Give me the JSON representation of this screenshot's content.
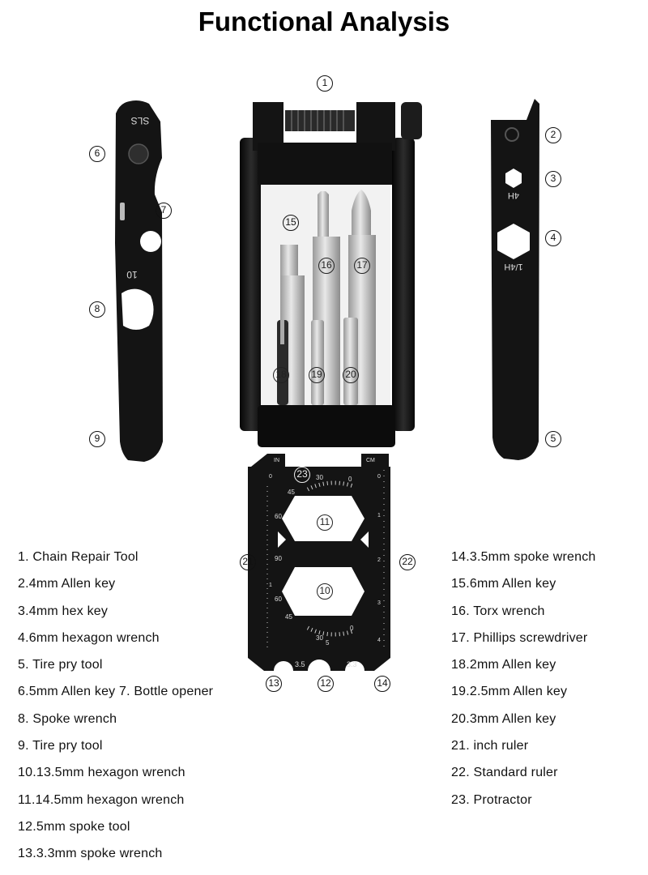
{
  "title": "Functional Analysis",
  "engravings": {
    "sls": "SLS",
    "size_10": "10",
    "size_4h": "4H",
    "size_quarter_h": "1/4H",
    "in": "IN",
    "cm": "CM",
    "spoke_left": "3.5",
    "spoke_right": "3.3",
    "protractor_top": [
      "45",
      "30",
      "0"
    ],
    "protractor_left": [
      "60",
      "90",
      "60",
      "45"
    ],
    "protractor_bottom": [
      "30",
      "0"
    ],
    "inch_marks": [
      "0",
      "1"
    ],
    "cm_marks": [
      "0",
      "1",
      "2",
      "3",
      "4"
    ],
    "center_mark": "5"
  },
  "callouts": [
    "1",
    "2",
    "3",
    "4",
    "5",
    "6",
    "7",
    "8",
    "9",
    "10",
    "11",
    "12",
    "13",
    "14",
    "15",
    "16",
    "17",
    "18",
    "19",
    "20",
    "21",
    "22",
    "23"
  ],
  "legend_left": [
    "1. Chain Repair Tool",
    "2.4mm Allen key",
    "3.4mm hex key",
    "4.6mm hexagon wrench",
    "5. Tire pry tool",
    "6.5mm Allen key 7. Bottle opener",
    "8. Spoke wrench",
    "9. Tire pry tool",
    "10.13.5mm hexagon wrench",
    "11.14.5mm hexagon wrench",
    "12.5mm spoke tool",
    "13.3.3mm spoke wrench"
  ],
  "legend_right": [
    "14.3.5mm spoke wrench",
    "15.6mm Allen key",
    "16. Torx wrench",
    "17. Phillips screwdriver",
    "18.2mm Allen key",
    "19.2.5mm Allen key",
    "20.3mm Allen key",
    "21. inch ruler",
    "22. Standard ruler",
    "23. Protractor"
  ],
  "colors": {
    "metal_dark": "#141414",
    "metal_mid": "#2a2a2a",
    "steel": "#c9c9c9",
    "background": "#ffffff"
  }
}
